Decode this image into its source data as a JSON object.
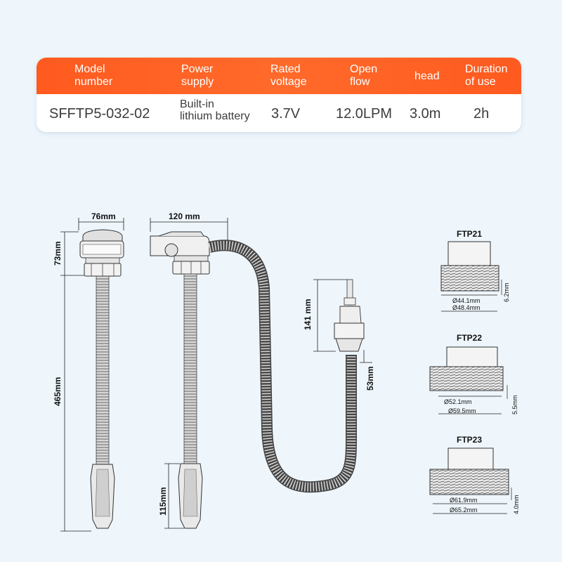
{
  "spec_table": {
    "headers": [
      "Model\nnumber",
      "Power\nsupply",
      "Rated\nvoltage",
      "Open\nflow",
      "head",
      "Duration\nof use"
    ],
    "row": [
      "SFFTP5-032-02",
      "Built-in\nlithium battery",
      "3.7V",
      "12.0LPM",
      "3.0m",
      "2h"
    ]
  },
  "diagram": {
    "dim_width_top": "76mm",
    "dim_height_head": "73mm",
    "dim_total_height": "465mm",
    "dim_width_side": "120 mm",
    "dim_handle": "115mm",
    "dim_nozzle": "141 mm",
    "dim_nozzle_tip": "53mm"
  },
  "adapters": [
    {
      "name": "FTP21",
      "inner": "Ø44.1mm",
      "outer": "Ø48.4mm",
      "pitch": "6.2mm"
    },
    {
      "name": "FTP22",
      "inner": "Ø52.1mm",
      "outer": "Ø59.5mm",
      "pitch": "5.5mm"
    },
    {
      "name": "FTP23",
      "inner": "Ø61.9mm",
      "outer": "Ø65.2mm",
      "pitch": "4.0mm"
    }
  ],
  "colors": {
    "accent": "#ff5a1f",
    "background": "#eef6fc"
  }
}
